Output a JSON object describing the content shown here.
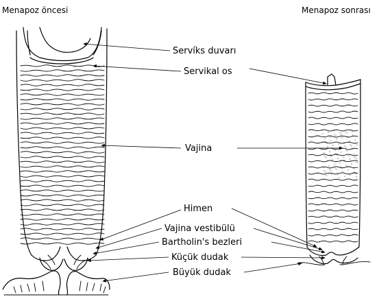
{
  "titles": {
    "before": "Menapoz öncesi",
    "after": "Menapoz sonrası"
  },
  "labels": {
    "cervix_wall": "Servíks duvarı",
    "cervical_os": "Servikal os",
    "vagina": "Vajina",
    "hymen": "Himen",
    "vestibule": "Vajina vestibülü",
    "bartholin": "Bartholin's bezleri",
    "labia_minora": "Küçük dudak",
    "labia_majora": "Büyük dudak"
  }
}
